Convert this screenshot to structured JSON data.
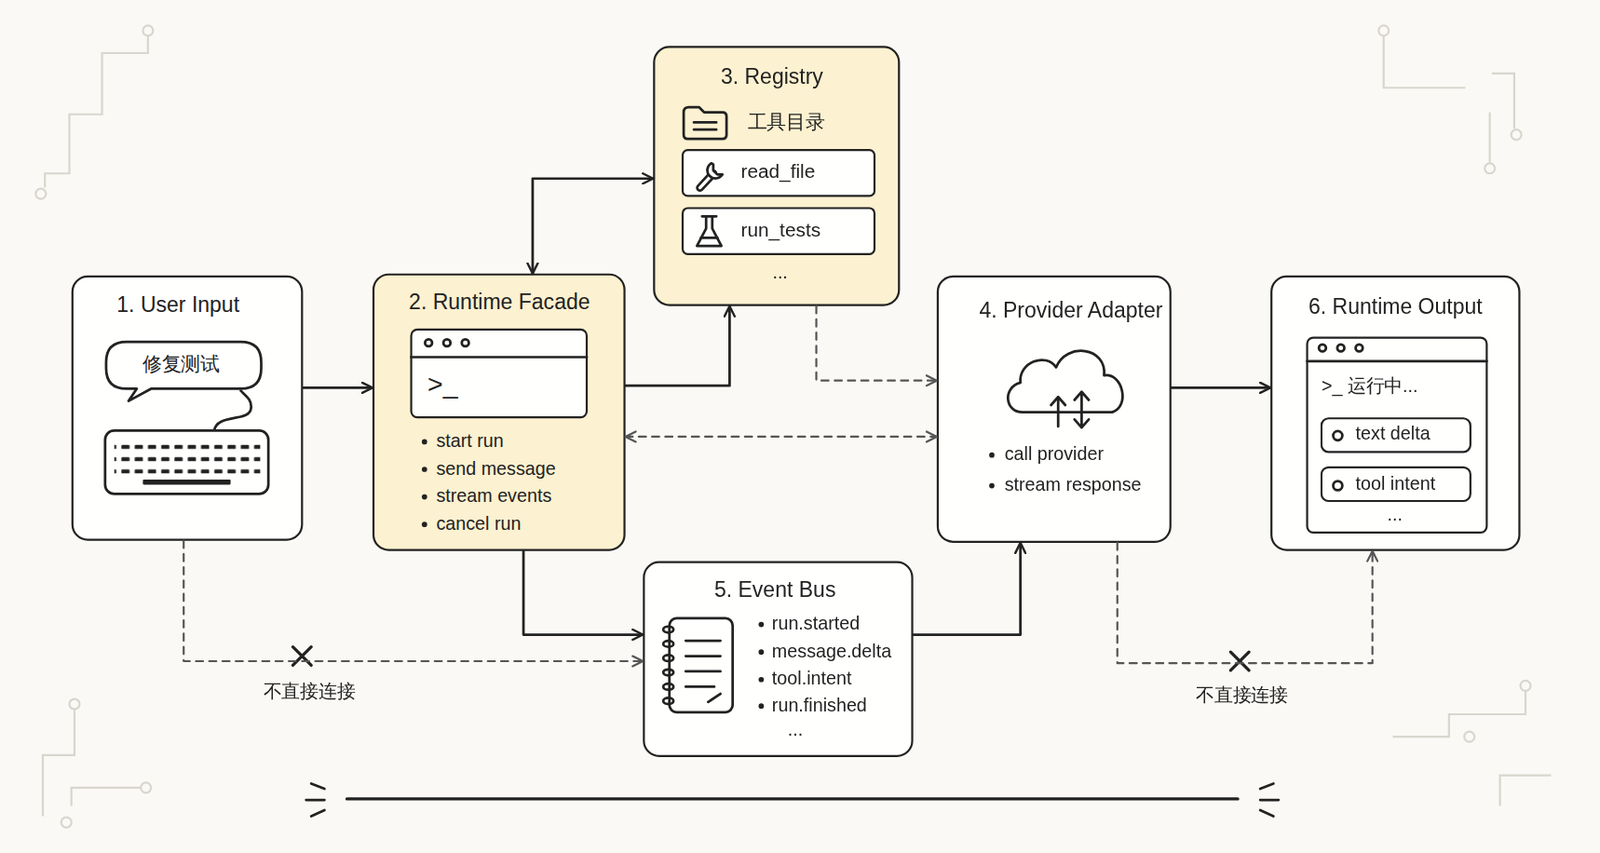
{
  "diagram": {
    "nodes": [
      {
        "text": [
          "1. User Input"
        ]
      },
      {
        "text": [
          "修复测试"
        ],
        "in": 0
      },
      {
        "text": [
          "2. Runtime Facade",
          "start run",
          "send message",
          "stream events",
          "cancel run"
        ]
      },
      {
        "text": [
          ">_"
        ],
        "in": 2
      },
      {
        "text": [
          "3. Registry",
          "工具目录",
          "..."
        ]
      },
      {
        "text": [
          "read_file"
        ],
        "in": 4
      },
      {
        "text": [
          "run_tests"
        ],
        "in": 4
      },
      {
        "text": [
          "4. Provider Adapter",
          "call provider",
          "stream response"
        ]
      },
      {
        "text": [
          "5. Event Bus",
          "run.started",
          "message.delta",
          "tool.intent",
          "run.finished",
          "..."
        ]
      },
      {
        "text": [
          "6. Runtime Output"
        ]
      },
      {
        "text": [
          ">_ 运行中...",
          "..."
        ],
        "in": 9
      },
      {
        "text": [
          "text delta"
        ],
        "in": 10
      },
      {
        "text": [
          "tool intent"
        ],
        "in": 10
      }
    ],
    "edges": [
      {
        "from": 0,
        "to": 2,
        "arrow": "to"
      },
      {
        "from": 2,
        "to": 4,
        "arrow": "both"
      },
      {
        "from": 2,
        "to": 4,
        "arrow": "to"
      },
      {
        "from": 4,
        "to": 7,
        "arrow": "to"
      },
      {
        "from": 2,
        "to": 7,
        "arrow": "both"
      },
      {
        "from": 2,
        "to": 8,
        "arrow": "to"
      },
      {
        "from": 8,
        "to": 7,
        "arrow": "to"
      },
      {
        "from": 7,
        "to": 9,
        "arrow": "to"
      },
      {
        "from": 0,
        "to": 8,
        "label": "不直接连接",
        "arrow": "to"
      },
      {
        "from": 7,
        "to": 9,
        "label": "不直接连接",
        "arrow": "to"
      }
    ]
  }
}
